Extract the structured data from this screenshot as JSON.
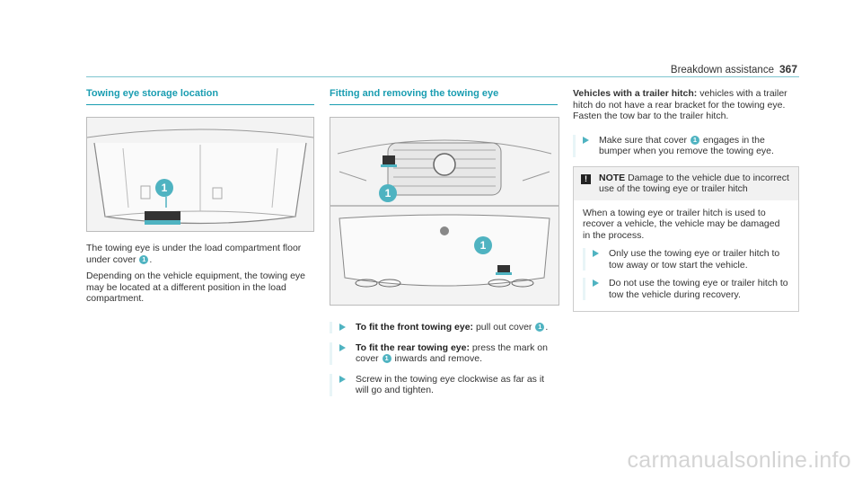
{
  "header": {
    "section": "Breakdown assistance",
    "page": "367"
  },
  "col1": {
    "title": "Towing eye storage location",
    "fig_callout": "1",
    "p1a": "The towing eye is under the load compartment floor under cover",
    "p1b": ".",
    "p2": "Depending on the vehicle equipment, the towing eye may be located at a different position in the load compartment."
  },
  "col2": {
    "title": "Fitting and removing the towing eye",
    "fig_callout_top": "1",
    "fig_callout_bottom": "1",
    "steps": [
      {
        "bold": "To fit the front towing eye:",
        "text": " pull out cover",
        "tail": "."
      },
      {
        "bold": "To fit the rear towing eye:",
        "text": " press the mark on cover",
        "tail": " inwards and remove."
      },
      {
        "text": "Screw in the towing eye clockwise as far as it will go and tighten."
      }
    ]
  },
  "col3": {
    "intro_bold": "Vehicles with a trailer hitch:",
    "intro_text": " vehicles with a trailer hitch do not have a rear bracket for the towing eye. Fasten the tow bar to the trailer hitch.",
    "step1a": "Make sure that cover",
    "step1b": "engages in the bumper when you remove the towing eye.",
    "note": {
      "label": "NOTE",
      "head_text": " Damage to the vehicle due to incorrect use of the towing eye or trailer hitch",
      "body": "When a towing eye or trailer hitch is used to recover a vehicle, the vehicle may be damaged in the process.",
      "steps": [
        "Only use the towing eye or trailer hitch to tow away or tow start the vehicle.",
        "Do not use the towing eye or trailer hitch to tow the vehicle during recovery."
      ]
    }
  },
  "callout_num": "1",
  "watermark": "carmanualsonline.info"
}
